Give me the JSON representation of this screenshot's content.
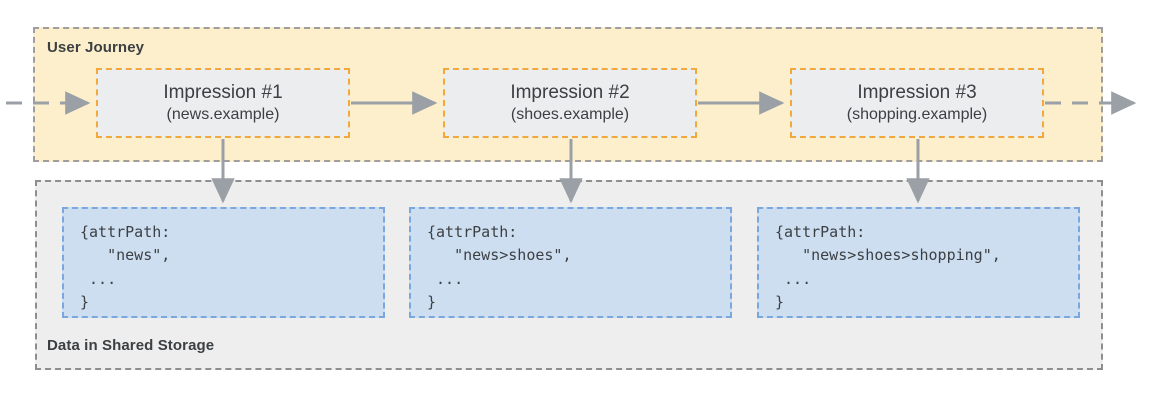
{
  "diagram": {
    "journey": {
      "label": "User Journey",
      "impressions": [
        {
          "title": "Impression #1",
          "subtitle": "(news.example)"
        },
        {
          "title": "Impression #2",
          "subtitle": "(shoes.example)"
        },
        {
          "title": "Impression #3",
          "subtitle": "(shopping.example)"
        }
      ]
    },
    "storage": {
      "label": "Data in Shared Storage",
      "entries": [
        {
          "code": "{attrPath:\n   \"news\",\n ...\n}"
        },
        {
          "code": "{attrPath:\n   \"news>shoes\",\n ...\n}"
        },
        {
          "code": "{attrPath:\n   \"news>shoes>shopping\",\n ...\n}"
        }
      ]
    },
    "colors": {
      "journey_fill": "#FDEFCC",
      "storage_fill": "#EEEEEE",
      "impression_fill": "#ECEDEE",
      "impression_border": "#F2A93B",
      "code_fill": "#CEDEF1",
      "code_border": "#7BA7DF",
      "arrow": "#9AA0A6",
      "panel_border": "#9E9E9E",
      "text": "#3C4043"
    }
  }
}
